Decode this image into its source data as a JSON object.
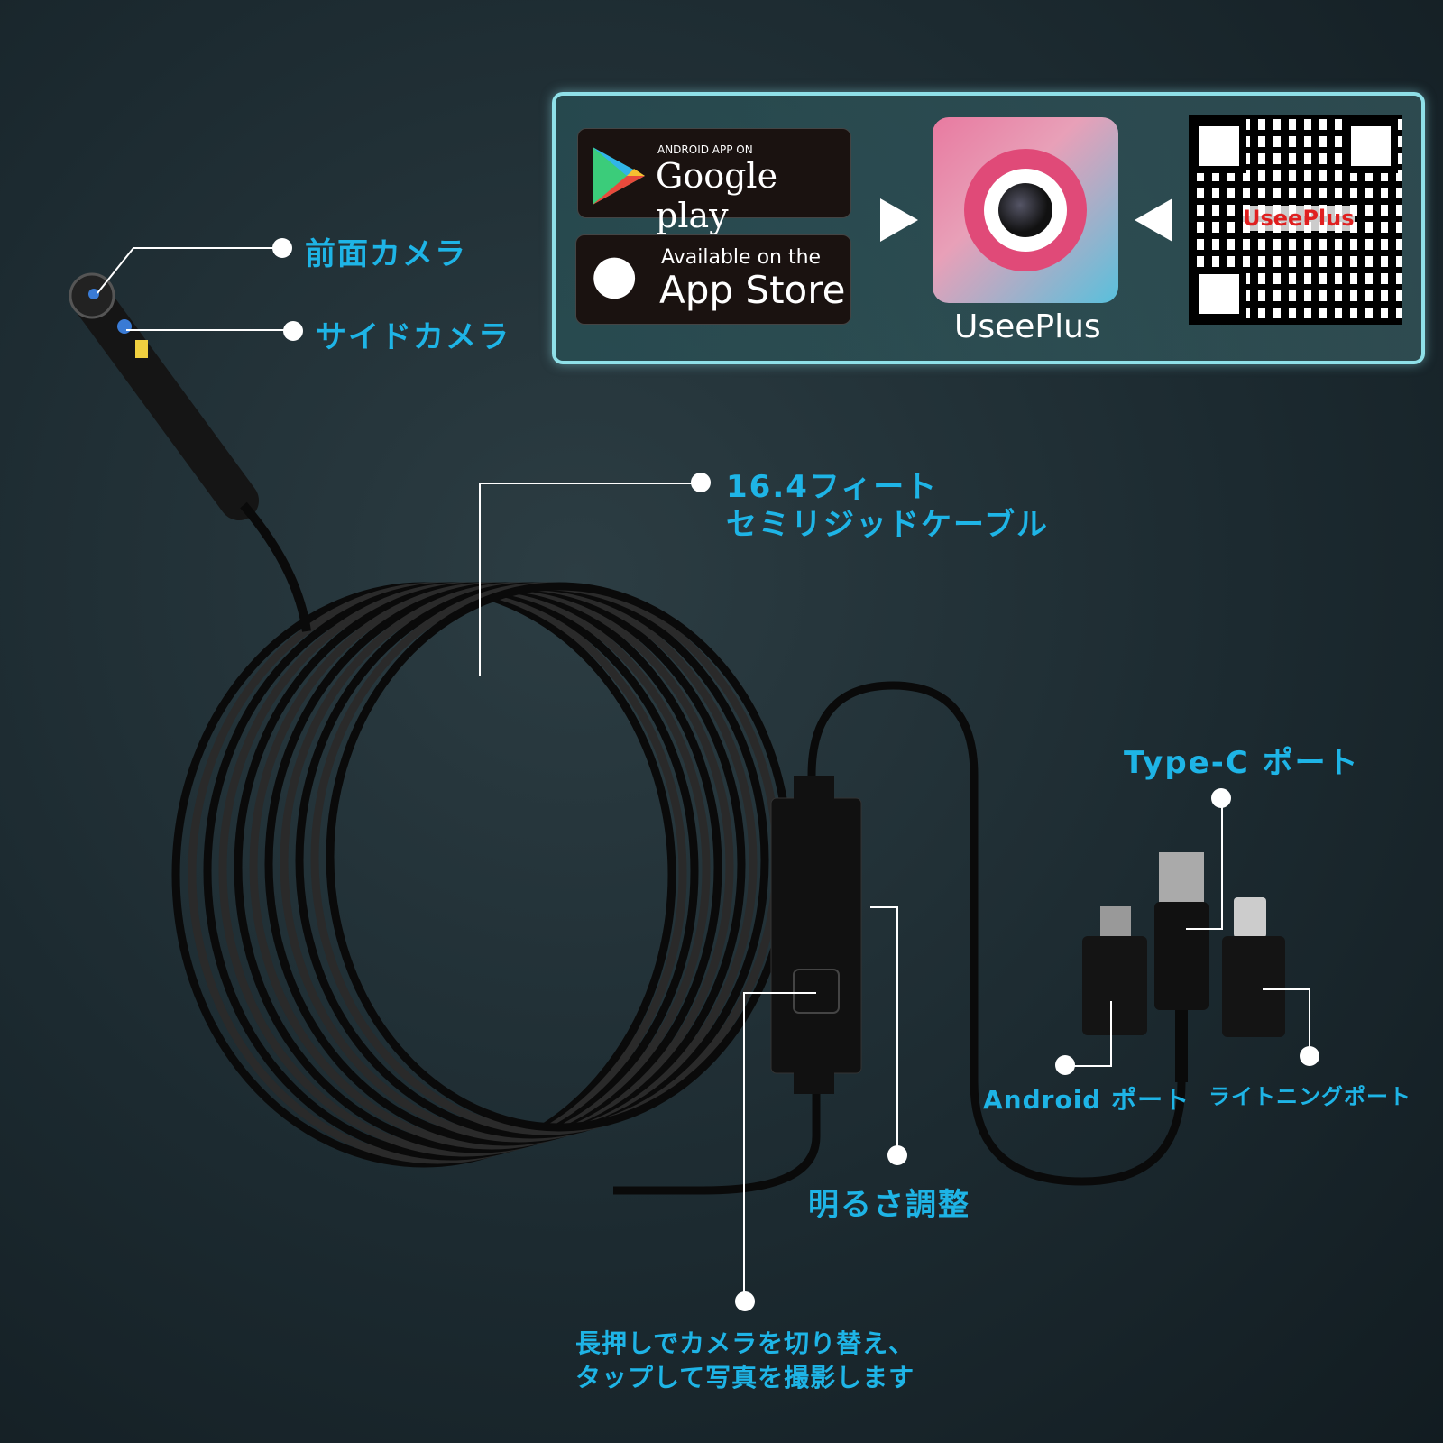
{
  "labels": {
    "front_camera": "前面カメラ",
    "side_camera": "サイドカメラ",
    "cable_line1": "16.4フィート",
    "cable_line2": "セミリジッドケーブル",
    "type_c": "Type-C ポート",
    "android": "Android ポート",
    "lightning": "ライトニングポート",
    "brightness": "明るさ調整",
    "button_line1": "長押しでカメラを切り替え、",
    "button_line2": "タップして写真を撮影します"
  },
  "app_panel": {
    "google_small": "ANDROID APP ON",
    "google_big": "Google play",
    "apple_small": "Available on the",
    "apple_big": "App Store",
    "app_name": "UseePlus",
    "qr_label": "UseePlus"
  },
  "colors": {
    "accent": "#1eb4e6",
    "panel_border": "#8fe0e8"
  }
}
